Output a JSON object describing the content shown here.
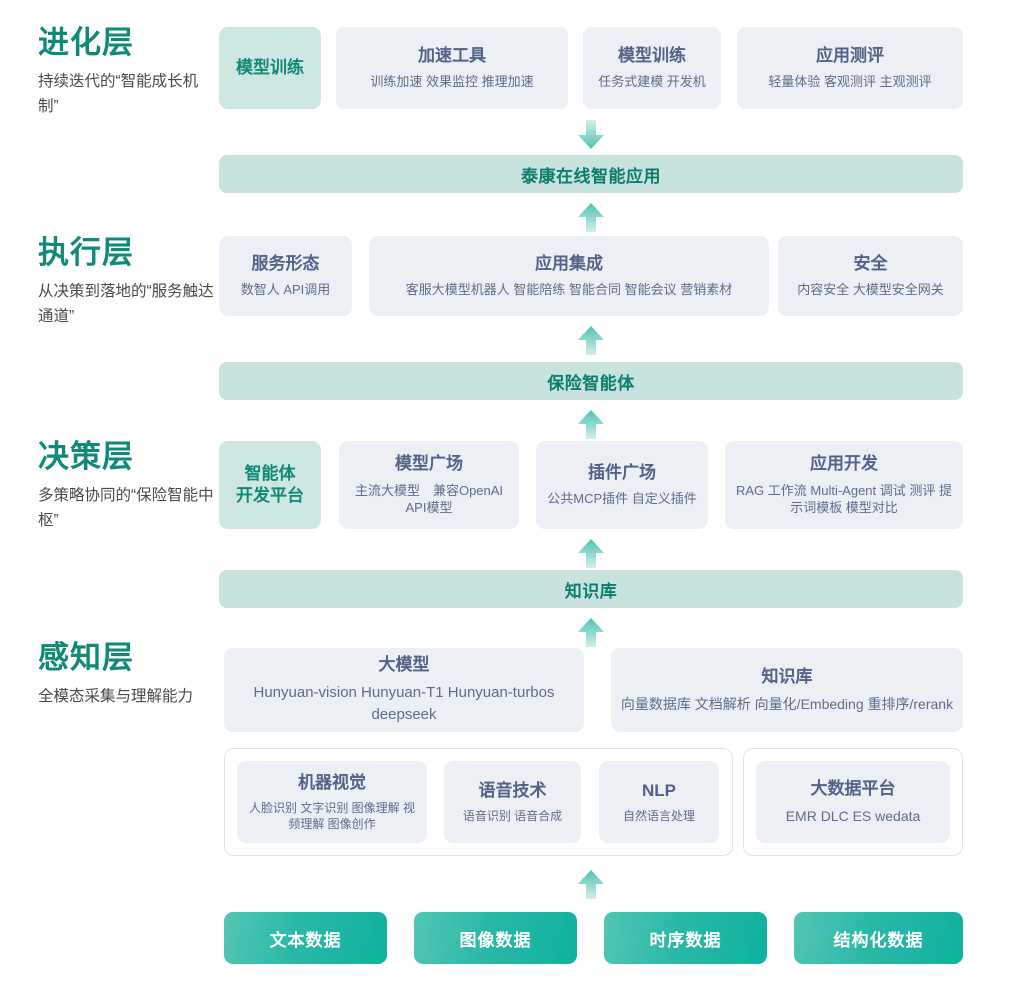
{
  "diagram": {
    "title": "泰康在线 AI 技术架构分层图",
    "colors": {
      "layer_title": "#0f8a78",
      "card_bg": "#eceff4",
      "card_title": "#536287",
      "highlight_bg": "#cfe7e2",
      "band_bg": "#c8e3de",
      "band_text": "#0b7d6e",
      "chip_gradient_from": "#53c6b4",
      "chip_gradient_to": "#0fb2a0",
      "arrow": "#7fd6c6"
    }
  },
  "layers": [
    {
      "id": "evolution",
      "title": "进化层",
      "desc": "持续迭代的“智能成长机制”"
    },
    {
      "id": "execution",
      "title": "执行层",
      "desc": "从决策到落地的“服务触达通道”"
    },
    {
      "id": "decision",
      "title": "决策层",
      "desc": "多策略协同的“保险智能中枢”"
    },
    {
      "id": "perception",
      "title": "感知层",
      "desc": "全模态采集与理解能力"
    }
  ],
  "evolution_cards": [
    {
      "title": "模型训练",
      "sub": "",
      "highlight": true
    },
    {
      "title": "加速工具",
      "sub": "训练加速 效果监控 推理加速",
      "highlight": false
    },
    {
      "title": "模型训练",
      "sub": "任务式建模 开发机",
      "highlight": false
    },
    {
      "title": "应用测评",
      "sub": "轻量体验 客观测评 主观测评",
      "highlight": false
    }
  ],
  "band_app": {
    "label": "泰康在线智能应用"
  },
  "execution_cards": [
    {
      "title": "服务形态",
      "sub": "数智人 API调用",
      "highlight": false
    },
    {
      "title": "应用集成",
      "sub": "客服大模型机器人 智能陪练 智能合同 智能会议 营销素材",
      "highlight": false
    },
    {
      "title": "安全",
      "sub": "内容安全 大模型安全网关",
      "highlight": false
    }
  ],
  "band_agent": {
    "label": "保险智能体"
  },
  "decision_cards": [
    {
      "title": "智能体\n开发平台",
      "sub": "",
      "highlight": true
    },
    {
      "title": "模型广场",
      "sub": "主流大模型　兼容OpenAI API模型",
      "highlight": false
    },
    {
      "title": "插件广场",
      "sub": "公共MCP插件 自定义插件",
      "highlight": false
    },
    {
      "title": "应用开发",
      "sub": "RAG 工作流 Multi-Agent 调试 测评 提示词模板 模型对比",
      "highlight": false
    }
  ],
  "band_kb": {
    "label": "知识库"
  },
  "perception_top_cards": [
    {
      "title": "大模型",
      "sub": "Hunyuan-vision Hunyuan-T1 Hunyuan-turbos deepseek"
    },
    {
      "title": "知识库",
      "sub": "向量数据库 文档解析 向量化/Embeding 重排序/rerank"
    }
  ],
  "perception_group_left": [
    {
      "title": "机器视觉",
      "sub": "人脸识别 文字识别 图像理解 视频理解 图像创作"
    },
    {
      "title": "语音技术",
      "sub": "语音识别 语音合成"
    },
    {
      "title": "NLP",
      "sub": "自然语言处理"
    }
  ],
  "perception_group_right": [
    {
      "title": "大数据平台",
      "sub": "EMR DLC ES wedata"
    }
  ],
  "data_chips": [
    {
      "label": "文本数据"
    },
    {
      "label": "图像数据"
    },
    {
      "label": "时序数据"
    },
    {
      "label": "结构化数据"
    }
  ],
  "arrows": [
    {
      "name": "arrow-down-to-app",
      "direction": "down"
    },
    {
      "name": "arrow-up-from-execution",
      "direction": "up"
    },
    {
      "name": "arrow-up-to-agent",
      "direction": "up"
    },
    {
      "name": "arrow-up-from-decision",
      "direction": "up"
    },
    {
      "name": "arrow-up-to-kb",
      "direction": "up"
    },
    {
      "name": "arrow-up-from-perception",
      "direction": "up"
    },
    {
      "name": "arrow-up-from-data",
      "direction": "up"
    }
  ]
}
